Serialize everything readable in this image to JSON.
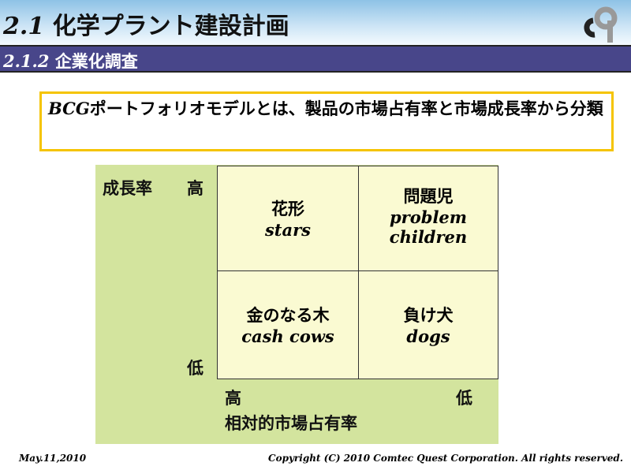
{
  "header": {
    "number": "2.1",
    "title": "化学プラント建設計画"
  },
  "subheader": {
    "number": "2.1.2",
    "title": "企業化調査"
  },
  "intro": {
    "em": "BCG",
    "text": "ポートフォリオモデルとは、製品の市場占有率と市場成長率から分類"
  },
  "matrix": {
    "y_axis": {
      "label": "成長率",
      "high": "高",
      "low": "低"
    },
    "x_axis": {
      "label": "相対的市場占有率",
      "high": "高",
      "low": "低"
    },
    "cells": [
      {
        "ja": "花形",
        "en": "stars"
      },
      {
        "ja": "問題児",
        "en": "problem children"
      },
      {
        "ja": "金のなる木",
        "en": "cash cows"
      },
      {
        "ja": "負け犬",
        "en": "dogs"
      }
    ]
  },
  "footer": {
    "date": "May.11,2010",
    "copyright": "Copyright (C) 2010 Comtec Quest Corporation. All rights reserved."
  }
}
